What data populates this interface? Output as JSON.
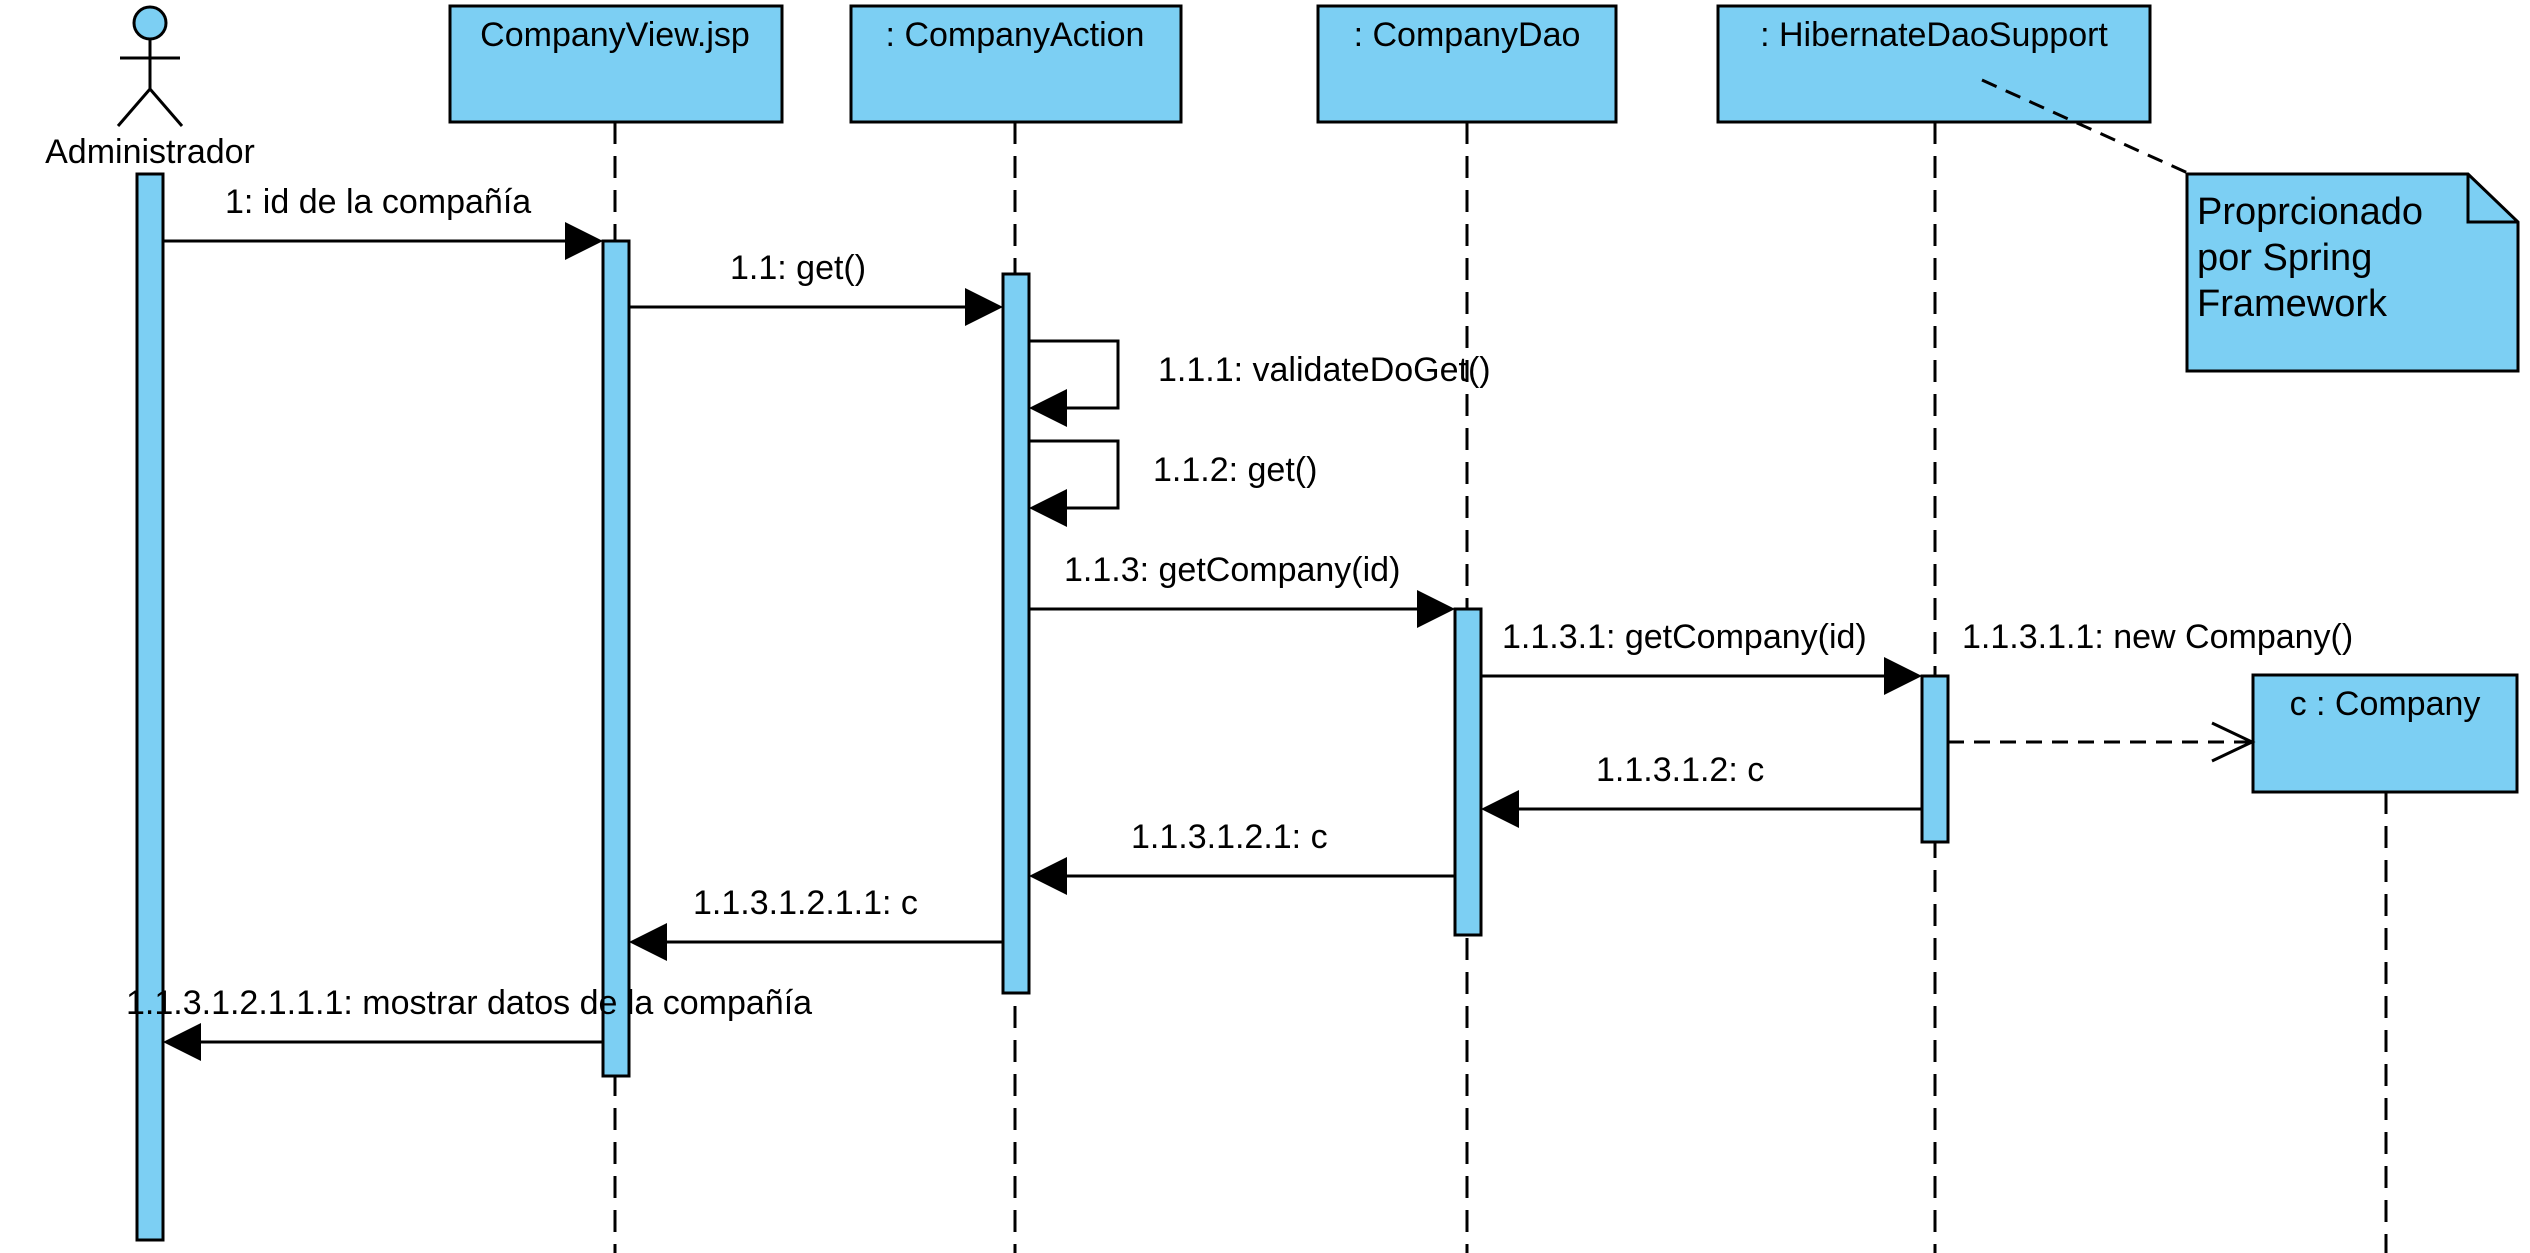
{
  "actor": {
    "label": "Administrador"
  },
  "participants": [
    {
      "id": "view",
      "label": "CompanyView.jsp"
    },
    {
      "id": "action",
      "label": ": CompanyAction"
    },
    {
      "id": "dao",
      "label": ": CompanyDao"
    },
    {
      "id": "hds",
      "label": ": HibernateDaoSupport"
    },
    {
      "id": "company",
      "label": "c : Company"
    }
  ],
  "messages": [
    {
      "id": "m1",
      "label": "1: id de la compañía"
    },
    {
      "id": "m2",
      "label": "1.1: get()"
    },
    {
      "id": "m3",
      "label": "1.1.1: validateDoGet()"
    },
    {
      "id": "m4",
      "label": "1.1.2: get()"
    },
    {
      "id": "m5",
      "label": "1.1.3: getCompany(id)"
    },
    {
      "id": "m6",
      "label": "1.1.3.1: getCompany(id)"
    },
    {
      "id": "m7",
      "label": "1.1.3.1.1: new Company()"
    },
    {
      "id": "m8",
      "label": "1.1.3.1.2: c"
    },
    {
      "id": "m9",
      "label": "1.1.3.1.2.1: c"
    },
    {
      "id": "m10",
      "label": "1.1.3.1.2.1.1: c"
    },
    {
      "id": "m11",
      "label": "1.1.3.1.2.1.1.1: mostrar datos de la compañía"
    }
  ],
  "note": {
    "lines": [
      "Proprcionado",
      "por Spring",
      "Framework"
    ]
  },
  "colors": {
    "fill": "#7ccff3",
    "stroke": "#000000"
  }
}
